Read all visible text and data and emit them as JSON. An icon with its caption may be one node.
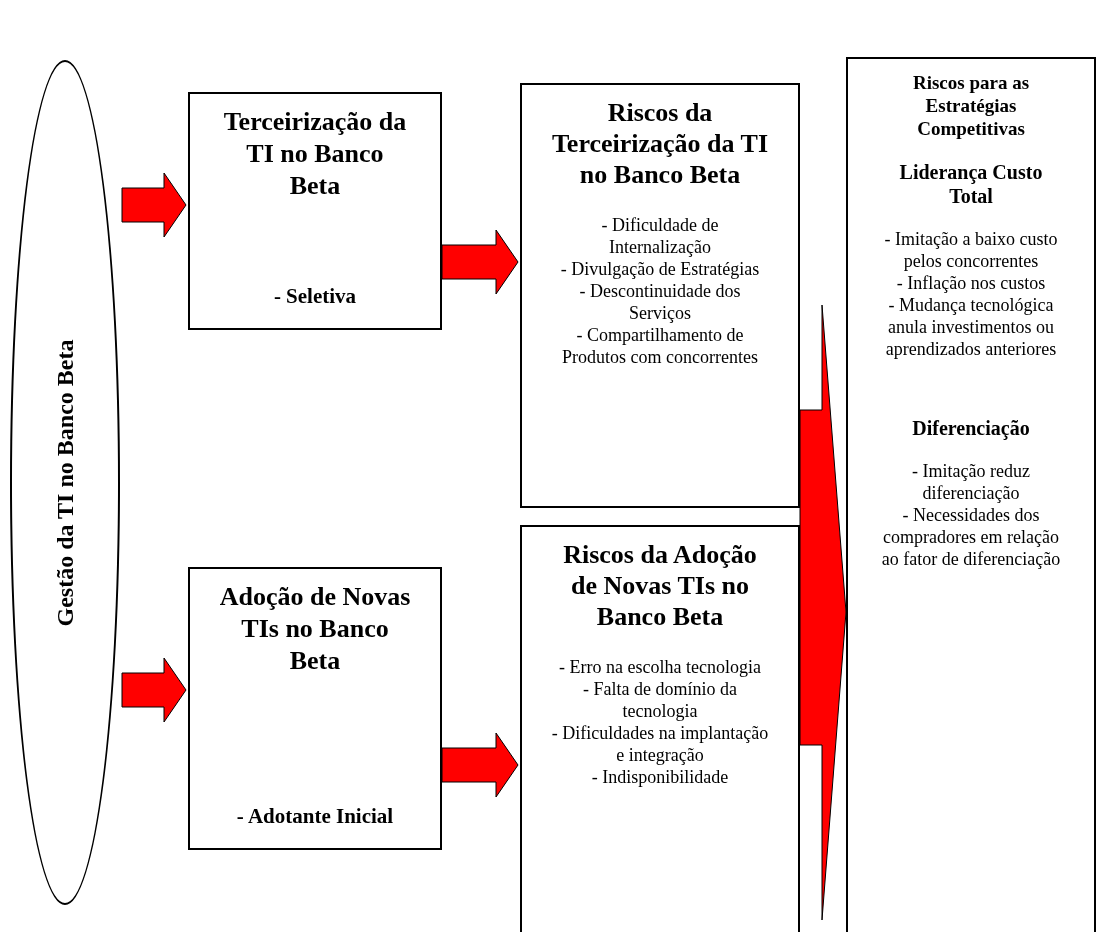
{
  "diagram": {
    "nodes": [
      {
        "text": [
          "Gestão da TI no Banco Beta"
        ]
      },
      {
        "text": [
          "Terceirização da TI no Banco Beta",
          "- Seletiva"
        ]
      },
      {
        "text": [
          "Riscos da Terceirização da TI no Banco Beta",
          "- Dificuldade de Internalização",
          "- Divulgação de Estratégias",
          "- Descontinuidade dos Serviços",
          "- Compartilhamento de Produtos com concorrentes"
        ]
      },
      {
        "text": [
          "Adoção de Novas TIs no Banco Beta",
          "- Adotante Inicial"
        ]
      },
      {
        "text": [
          "Riscos da Adoção de Novas TIs no Banco Beta",
          "- Erro na escolha tecnologia",
          "- Falta de domínio da tecnologia",
          "- Dificuldades na implantação e integração",
          "- Indisponibilidade"
        ]
      },
      {
        "text": [
          "Riscos para as Estratégias Competitivas",
          "Liderança Custo Total",
          "- Imitação a baixo custo pelos concorrentes",
          "- Inflação nos custos",
          "- Mudança tecnológica anula investimentos ou aprendizados anteriores",
          "Diferenciação",
          "- Imitação reduz diferenciação",
          "- Necessidades dos compradores em relação ao fator de diferenciação"
        ]
      }
    ],
    "edges": [
      {
        "from": 0,
        "to": 1,
        "arrow": "to"
      },
      {
        "from": 0,
        "to": 3,
        "arrow": "to"
      },
      {
        "from": 1,
        "to": 2,
        "arrow": "to"
      },
      {
        "from": 3,
        "to": 4,
        "arrow": "to"
      },
      {
        "from": 2,
        "to": 5,
        "arrow": "to"
      },
      {
        "from": 4,
        "to": 5,
        "arrow": "to"
      }
    ]
  }
}
